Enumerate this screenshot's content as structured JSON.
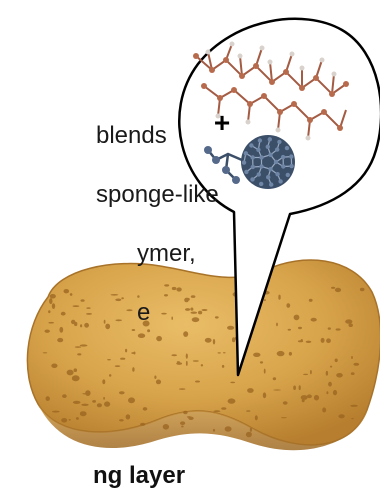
{
  "caption": {
    "line1": "blends",
    "line2": "sponge-like",
    "line3": "ymer,",
    "line4": "e",
    "line5": "ng layer"
  },
  "inset": {
    "symbol": "+",
    "depicts": "polymer chain and fullerene molecule"
  },
  "colors": {
    "sponge": "#d8a44b",
    "polymer": "#a45b43",
    "fullerene": "#41556f",
    "outline": "#000000"
  }
}
